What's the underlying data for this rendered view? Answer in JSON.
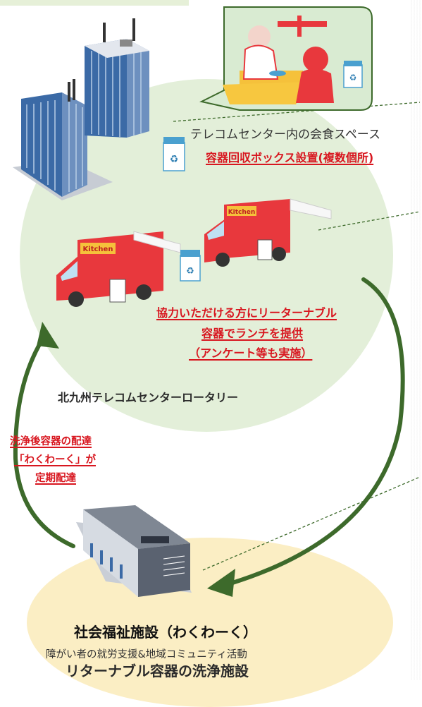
{
  "diagram": {
    "eating_space": "テレコムセンター内の会食スペース",
    "collection_boxes": "容器回収ボックス設置(複数個所)",
    "lunch_lines": [
      "協力いただける方にリーターナブル",
      "容器でランチを提供",
      "（アンケート等も実施）"
    ],
    "rotary": "北九州テレコムセンターロータリー",
    "delivery_lines": [
      "洗浄後容器の配達",
      "「わくわーく」が",
      "定期配達"
    ],
    "truck_sign": "Kitchen",
    "facility": {
      "name": "社会福祉施設（わくわーく）",
      "description": "障がい者の就労支援&地域コミュニティ活動",
      "role": "リターナブル容器の洗浄施設"
    }
  },
  "colors": {
    "green_area": "#e3efd9",
    "orange_area": "#fbeec4",
    "arrow": "#3d6a2b",
    "accent_red": "#d8161f",
    "truck": "#e8383d"
  }
}
